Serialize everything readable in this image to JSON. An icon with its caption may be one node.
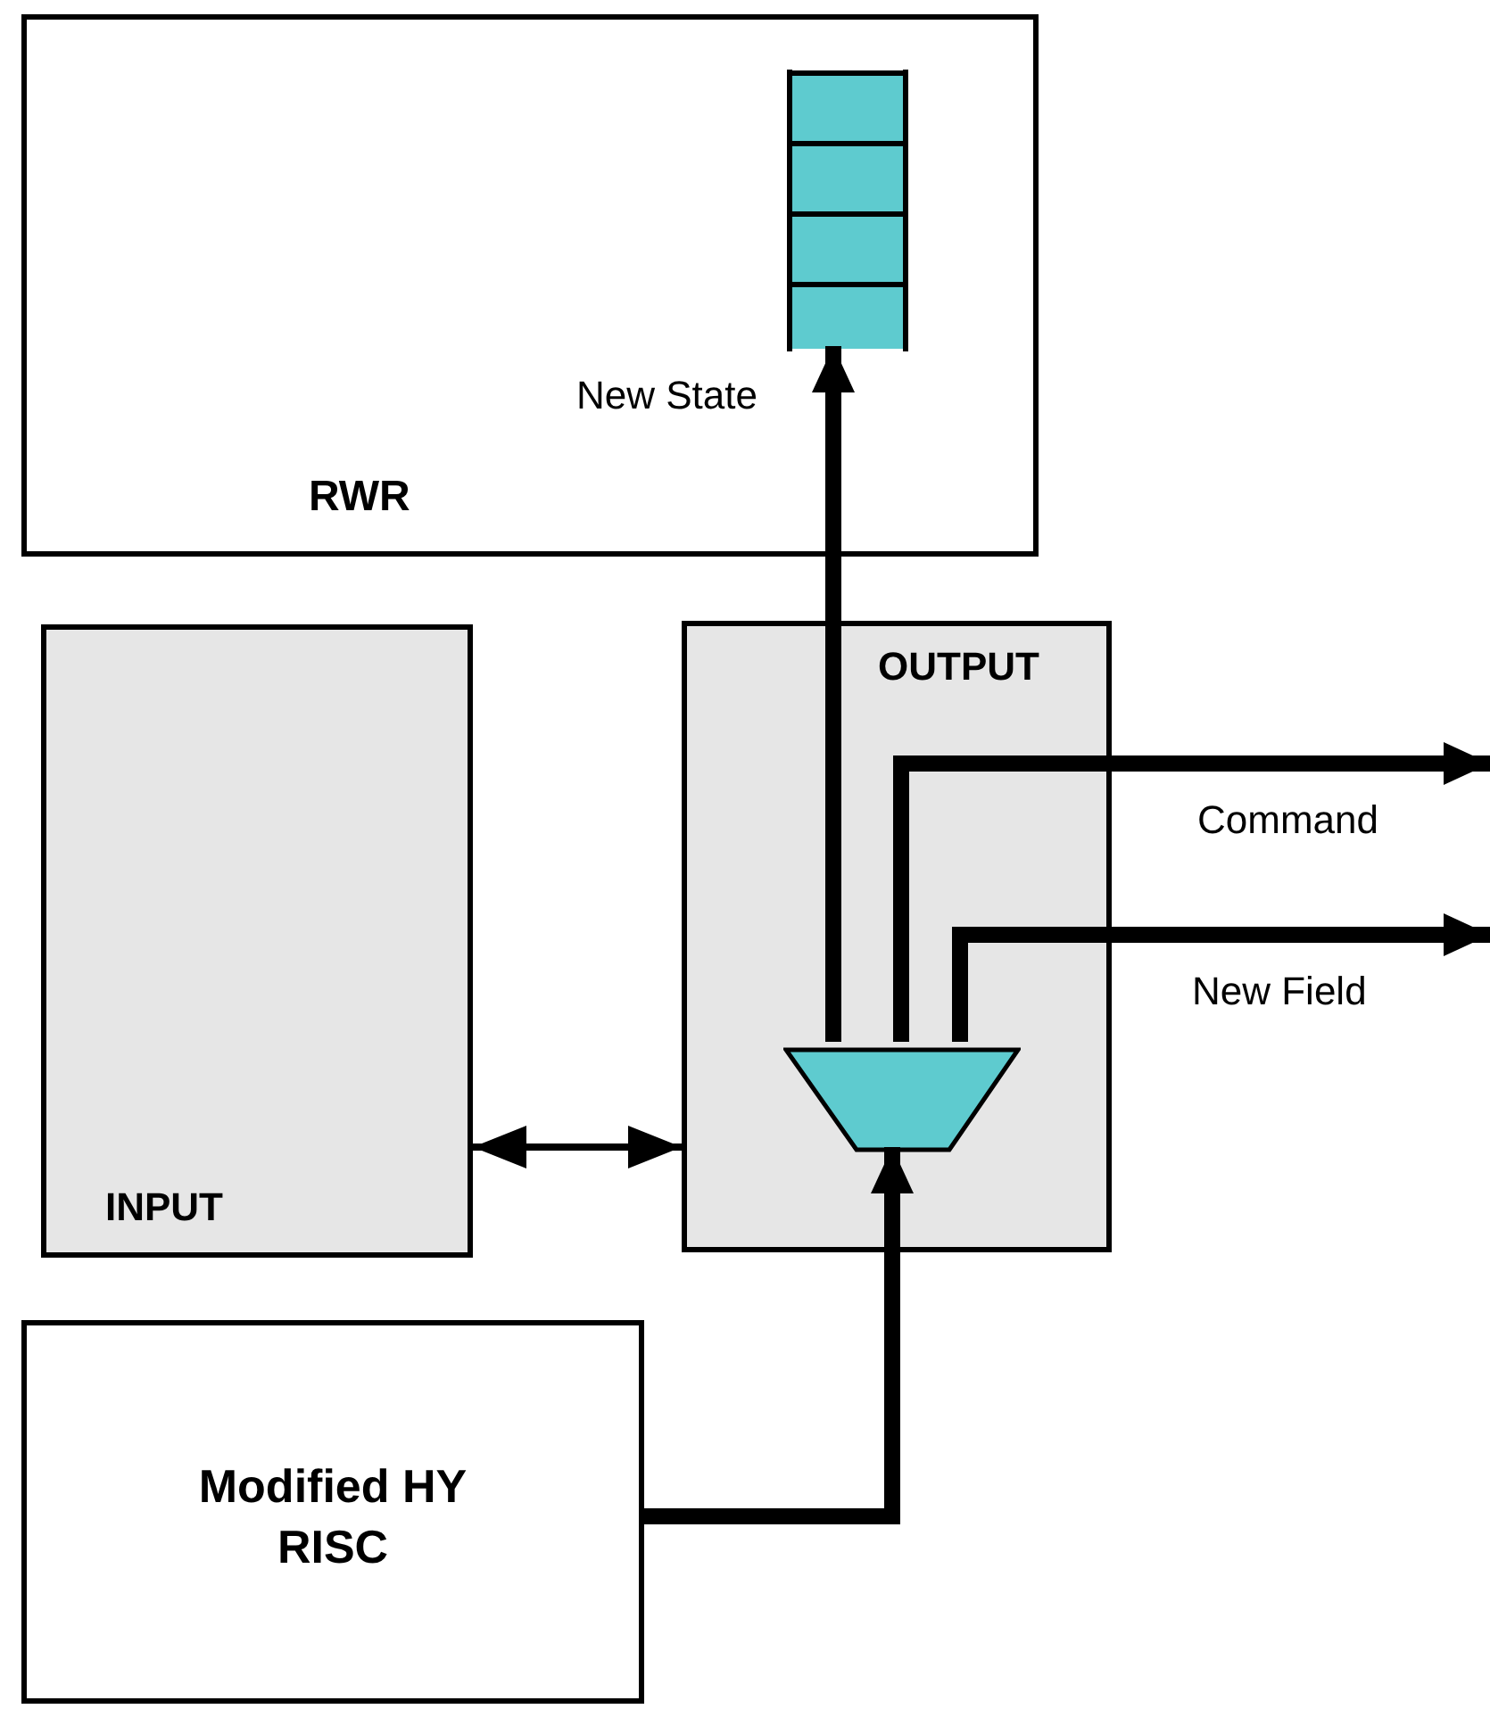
{
  "diagram": {
    "nodes": [
      {
        "text": [
          "RWR"
        ]
      },
      {
        "text": [],
        "shape": "bar",
        "in": 0
      },
      {
        "text": [
          "INPUT"
        ]
      },
      {
        "text": [
          "OUTPUT"
        ]
      },
      {
        "text": [],
        "shape": "trapezoid",
        "in": 3
      },
      {
        "text": [
          "Modified HY RISC"
        ]
      }
    ],
    "edges": [
      {
        "from": 4,
        "to": 1,
        "arrow": "to",
        "label": "New State"
      },
      {
        "from": 4,
        "to": null,
        "arrow": "to",
        "label": "Command"
      },
      {
        "from": 4,
        "to": null,
        "arrow": "to",
        "label": "New Field"
      },
      {
        "from": 2,
        "to": 3,
        "arrow": "both"
      },
      {
        "from": 5,
        "to": 4,
        "arrow": "to"
      }
    ]
  }
}
